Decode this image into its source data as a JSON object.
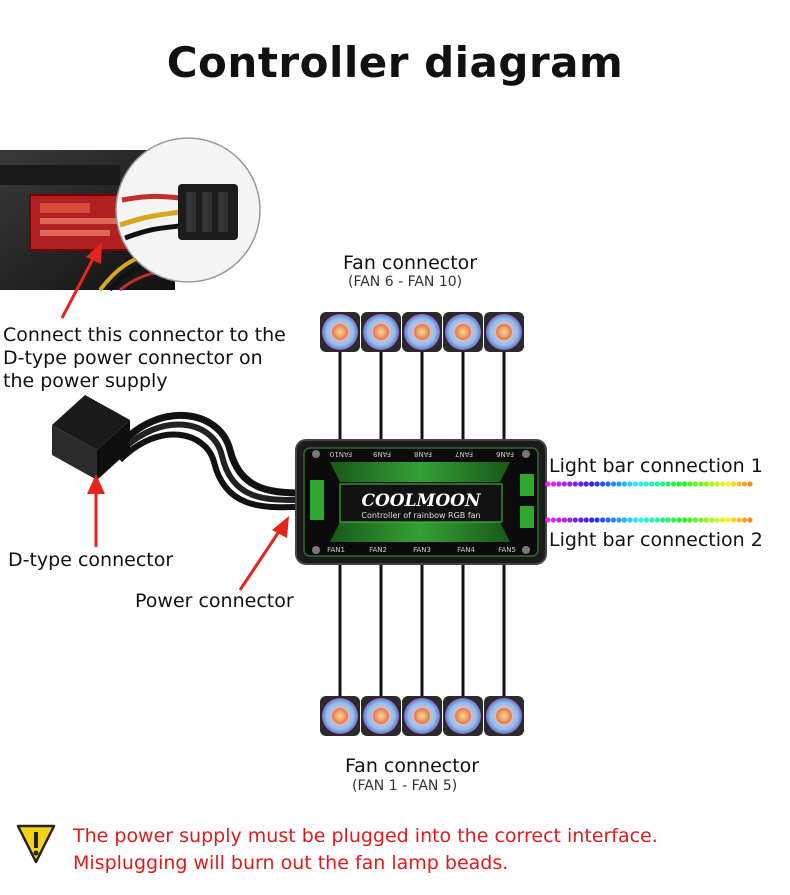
{
  "title": "Controller diagram",
  "fan_top": {
    "label": "Fan connector",
    "sub": "(FAN 6 - FAN 10)"
  },
  "fan_bottom": {
    "label": "Fan connector",
    "sub": "(FAN 1 - FAN 5)"
  },
  "psu_note": [
    "Connect this connector to the",
    "D-type power connector on",
    "the power supply"
  ],
  "dtype_label": "D-type connector",
  "power_label": "Power connector",
  "light1_label": "Light bar connection 1",
  "light2_label": "Light bar connection 2",
  "hub": {
    "brand": "COOLMOON",
    "tagline": "Controller of rainbow RGB fan",
    "top_ports": [
      "FAN10",
      "FAN9",
      "FAN8",
      "FAN7",
      "FAN6"
    ],
    "bottom_ports": [
      "FAN1",
      "FAN2",
      "FAN3",
      "FAN4",
      "FAN5"
    ]
  },
  "warning": [
    "The power supply must be plugged into the correct interface.",
    "Misplugging will burn out the fan lamp beads."
  ],
  "colors": {
    "warning_red": "#e01a1a",
    "arrow_red": "#e3261d",
    "hub_green": "#3cd03c",
    "fan_ring": "#9b6fd6"
  },
  "icons": {
    "warning": "warning-triangle-icon"
  }
}
